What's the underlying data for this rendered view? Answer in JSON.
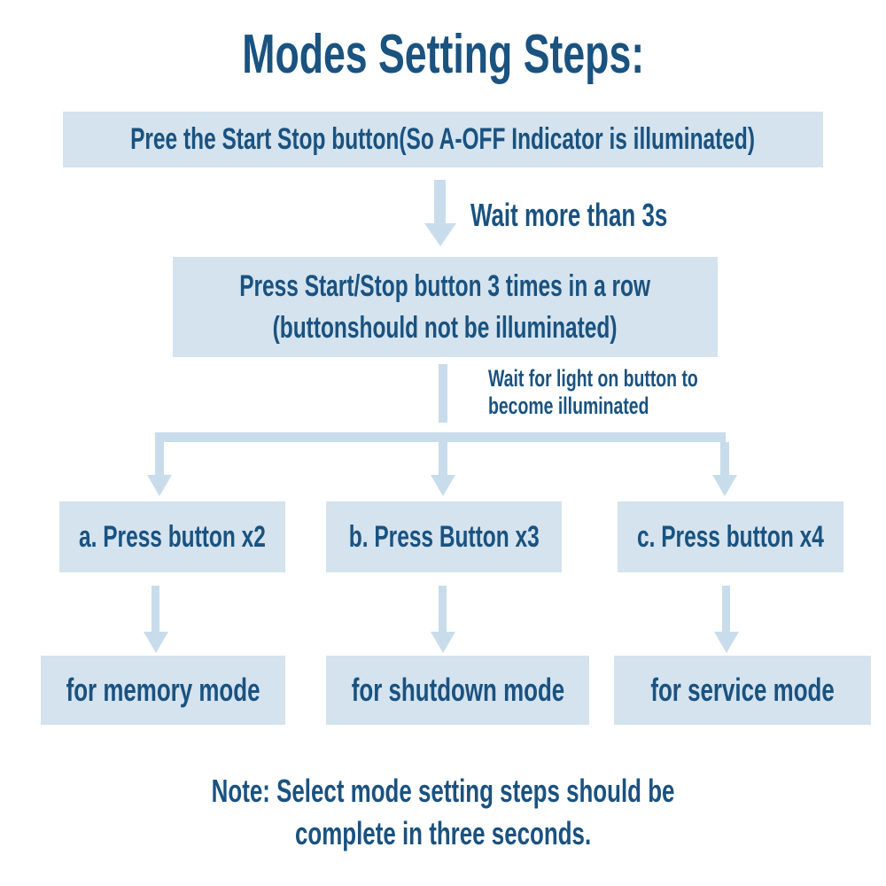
{
  "colors": {
    "background": "#ffffff",
    "box_bg": "#d4e3ee",
    "arrow": "#c8dcec",
    "text": "#1a5280"
  },
  "title": "Modes Setting Steps:",
  "steps": {
    "step1": "Pree the Start Stop button(So A-OFF Indicator is illuminated)",
    "wait1": "Wait more than 3s",
    "step2_line1": "Press Start/Stop button 3 times in a row",
    "step2_line2": "(buttonshould not be illuminated)",
    "wait2_line1": "Wait for light on button to",
    "wait2_line2": "become illuminated"
  },
  "branches": [
    {
      "id": "a",
      "action": "a. Press button x2",
      "result": "for memory mode"
    },
    {
      "id": "b",
      "action": "b. Press Button x3",
      "result": "for shutdown mode"
    },
    {
      "id": "c",
      "action": "c. Press button x4",
      "result": "for service mode"
    }
  ],
  "note": {
    "line1": "Note: Select mode setting steps should be",
    "line2": "complete in three seconds."
  }
}
